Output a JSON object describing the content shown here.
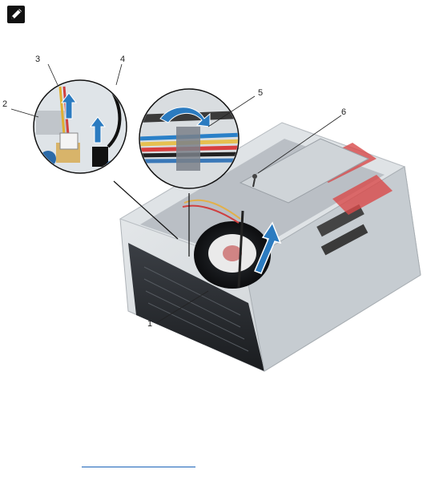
{
  "note": {
    "icon": "note-icon"
  },
  "figure": {
    "callouts": [
      {
        "id": "1",
        "label": "1"
      },
      {
        "id": "2",
        "label": "2"
      },
      {
        "id": "3",
        "label": "3"
      },
      {
        "id": "4",
        "label": "4"
      },
      {
        "id": "5",
        "label": "5"
      },
      {
        "id": "6",
        "label": "6"
      }
    ]
  }
}
